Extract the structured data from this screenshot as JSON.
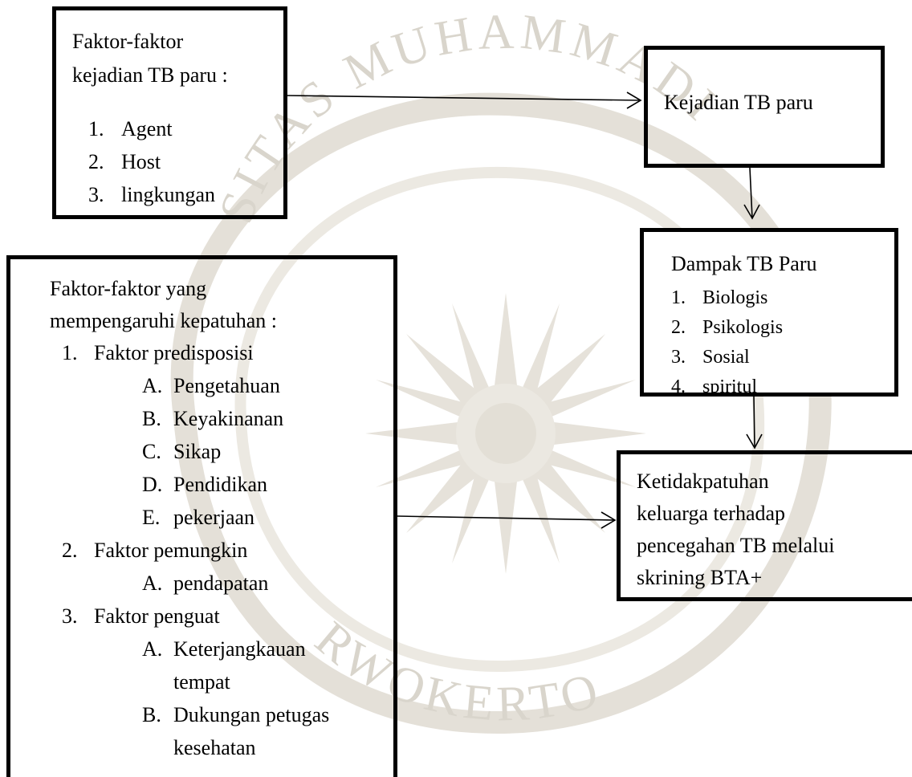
{
  "watermark": {
    "top_text": "SITAS MUHAMMADI",
    "bottom_text": "RWOKERTO"
  },
  "box_faktor_kejadian": {
    "title_line1": "Faktor-faktor",
    "title_line2": "kejadian TB paru :",
    "items": [
      "1.",
      "Agent",
      "2.",
      "Host",
      "3.",
      "lingkungan"
    ]
  },
  "box_kejadian": {
    "label": "Kejadian TB paru"
  },
  "box_dampak": {
    "title": "Dampak TB Paru",
    "items": [
      "1.",
      "Biologis",
      "2.",
      "Psikologis",
      "3.",
      "Sosial",
      "4.",
      "spiritul"
    ]
  },
  "box_faktor_kepatuhan": {
    "title_line1": "Faktor-faktor yang",
    "title_line2": "mempengaruhi kepatuhan :",
    "g1": {
      "num": "1.",
      "label": "Faktor predisposisi",
      "subs": [
        "A.",
        "Pengetahuan",
        "B.",
        "Keyakinanan",
        "C.",
        "Sikap",
        "D.",
        "Pendidikan",
        "E.",
        "pekerjaan"
      ]
    },
    "g2": {
      "num": "2.",
      "label": "Faktor pemungkin",
      "subs": [
        "A.",
        "pendapatan"
      ]
    },
    "g3": {
      "num": "3.",
      "label": "Faktor penguat",
      "subs": [
        "A.",
        "Keterjangkauan",
        "tempat",
        "B.",
        "Dukungan petugas",
        "kesehatan"
      ]
    }
  },
  "box_ketidakpatuhan": {
    "lines": [
      "Ketidakpatuhan",
      "keluarga terhadap",
      "pencegahan TB melalui",
      "skrining BTA+"
    ]
  }
}
